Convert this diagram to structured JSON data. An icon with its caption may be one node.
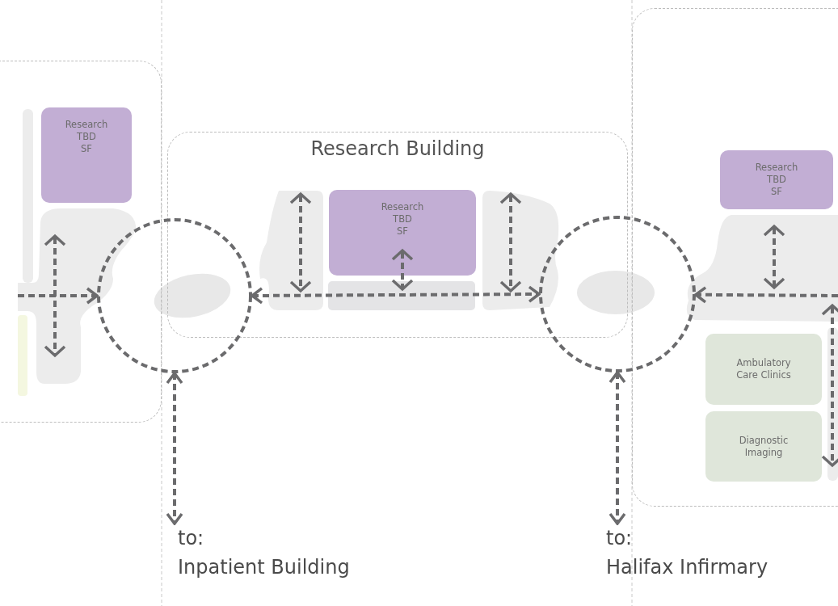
{
  "diagram": {
    "nodes": [
      {
        "text": [],
        "shape": "box"
      },
      {
        "text": [
          "Research TBD SF"
        ],
        "in": 0
      },
      {
        "text": [
          "Research Building"
        ]
      },
      {
        "text": [
          "Research TBD SF"
        ],
        "in": 2
      },
      {
        "text": [],
        "shape": "box"
      },
      {
        "text": [
          "Research TBD SF"
        ],
        "in": 4
      },
      {
        "text": [
          "Ambulatory Care Clinics"
        ],
        "in": 4
      },
      {
        "text": [
          "Diagnostic Imaging"
        ],
        "in": 4
      },
      {
        "text": [],
        "shape": "circle"
      },
      {
        "text": [],
        "shape": "circle"
      },
      {
        "text": [
          "to:",
          "Inpatient Building"
        ]
      },
      {
        "text": [
          "to:",
          "Halifax Infirmary"
        ]
      }
    ],
    "edges": [
      {
        "from": null,
        "to": 8,
        "arrow": "to"
      },
      {
        "from": 8,
        "to": 9,
        "arrow": "both"
      },
      {
        "from": null,
        "to": 9,
        "arrow": "to"
      },
      {
        "from": 8,
        "to": 10,
        "arrow": "both"
      },
      {
        "from": 9,
        "to": 11,
        "arrow": "both"
      }
    ]
  }
}
